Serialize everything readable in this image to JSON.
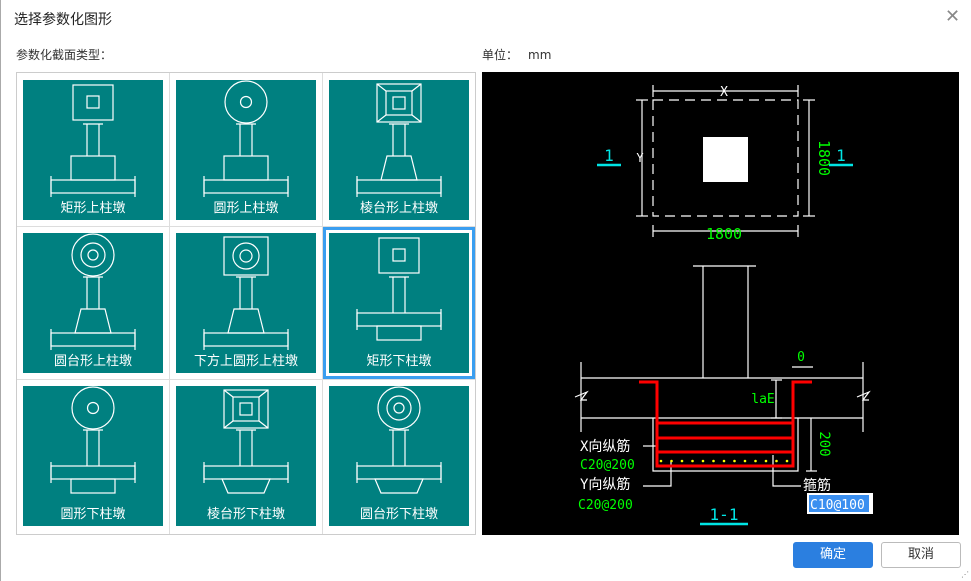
{
  "dialog": {
    "title": "选择参数化图形",
    "close_icon": "close-icon"
  },
  "section_type_label": "参数化截面类型：",
  "unit": {
    "label": "单位：",
    "value": "mm"
  },
  "shapes": [
    {
      "label": "矩形上柱墩",
      "plan": "rect",
      "pier": "rect",
      "pos": "up"
    },
    {
      "label": "圆形上柱墩",
      "plan": "circle",
      "pier": "rect",
      "pos": "up"
    },
    {
      "label": "棱台形上柱墩",
      "plan": "frustum",
      "pier": "trap",
      "pos": "up"
    },
    {
      "label": "圆台形上柱墩",
      "plan": "ring",
      "pier": "trap",
      "pos": "up"
    },
    {
      "label": "下方上圆形上柱墩",
      "plan": "squarering",
      "pier": "trap",
      "pos": "up"
    },
    {
      "label": "矩形下柱墩",
      "plan": "rect",
      "pier": "rect",
      "pos": "down"
    },
    {
      "label": "圆形下柱墩",
      "plan": "circle",
      "pier": "rect",
      "pos": "down"
    },
    {
      "label": "棱台形下柱墩",
      "plan": "frustum",
      "pier": "trap",
      "pos": "down"
    },
    {
      "label": "圆台形下柱墩",
      "plan": "ring",
      "pier": "trap",
      "pos": "down"
    }
  ],
  "selected_index": 5,
  "preview": {
    "plan_x_label": "X",
    "plan_y_label": "Y",
    "dim_x": "1800",
    "dim_y": "1800",
    "section_mark": "1",
    "section_title": "1-1",
    "offset_dim": "0",
    "anchor_label": "laE",
    "cushion_dim": "200",
    "x_bar_label": "X向纵筋",
    "x_bar_value": "C20@200",
    "y_bar_label": "Y向纵筋",
    "y_bar_value": "C20@200",
    "stirrup_label": "箍筋",
    "stirrup_value": "C10@100"
  },
  "colors": {
    "teal": "#008080",
    "rebar": "#ff0000",
    "dim": "#00ff00",
    "mark": "#00e5e5",
    "accent": "#2b7fe0"
  },
  "buttons": {
    "ok": "确定",
    "cancel": "取消"
  }
}
